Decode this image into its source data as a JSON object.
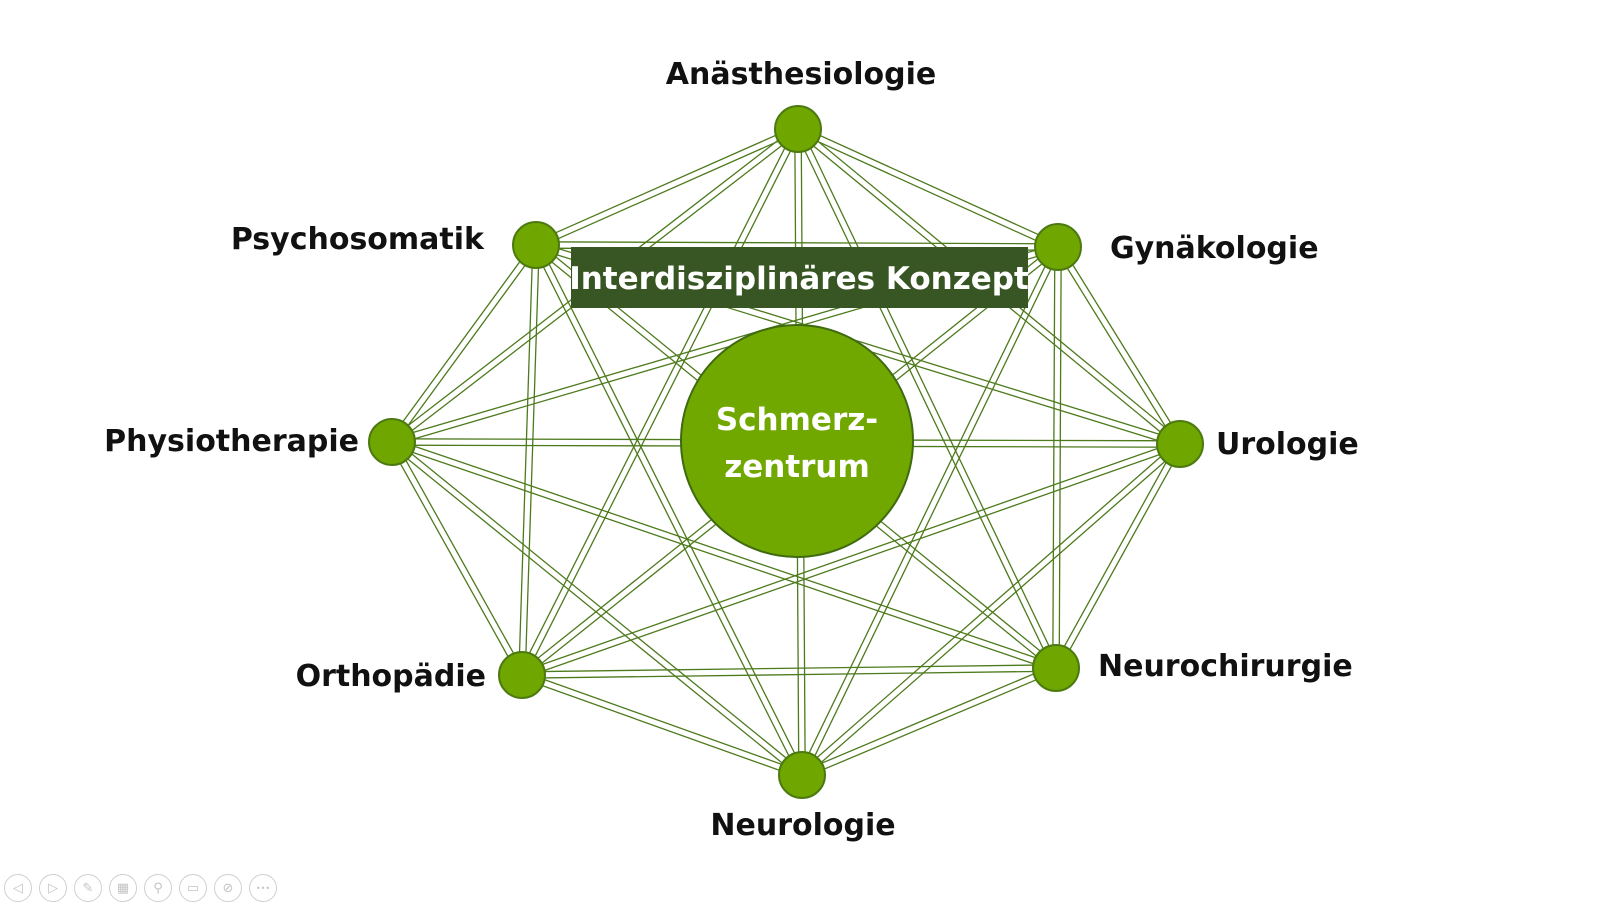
{
  "diagram": {
    "title": "Interdisziplinäres Konzept",
    "center": {
      "line1": "Schmerz-",
      "line2": "zentrum"
    },
    "nodes": [
      {
        "id": "anaesthesiologie",
        "label": "Anästhesiologie"
      },
      {
        "id": "gynaekologie",
        "label": "Gynäkologie"
      },
      {
        "id": "urologie",
        "label": "Urologie"
      },
      {
        "id": "neurochirurgie",
        "label": "Neurochirurgie"
      },
      {
        "id": "neurologie",
        "label": "Neurologie"
      },
      {
        "id": "orthopaedie",
        "label": "Orthopädie"
      },
      {
        "id": "physiotherapie",
        "label": "Physiotherapie"
      },
      {
        "id": "psychosomatik",
        "label": "Psychosomatik"
      }
    ],
    "connections": "all-to-all",
    "colors": {
      "node_fill": "#6fa600",
      "node_stroke": "#4c7a10",
      "line": "#4d7a1c",
      "title_box": "#375623",
      "center_fill": "#70a800"
    }
  },
  "toolbar": {
    "buttons": [
      {
        "name": "previous-slide-button",
        "icon": "arrow-left-icon",
        "glyph": "◁"
      },
      {
        "name": "next-slide-button",
        "icon": "arrow-right-icon",
        "glyph": "▷"
      },
      {
        "name": "pen-button",
        "icon": "pen-icon",
        "glyph": "✎"
      },
      {
        "name": "see-all-slides-button",
        "icon": "grid-icon",
        "glyph": "▦"
      },
      {
        "name": "zoom-button",
        "icon": "magnifier-icon",
        "glyph": "⚲"
      },
      {
        "name": "subtitles-button",
        "icon": "subtitles-icon",
        "glyph": "▭"
      },
      {
        "name": "camera-button",
        "icon": "camera-off-icon",
        "glyph": "⊘"
      },
      {
        "name": "more-options-button",
        "icon": "more-icon",
        "glyph": "•••"
      }
    ]
  }
}
